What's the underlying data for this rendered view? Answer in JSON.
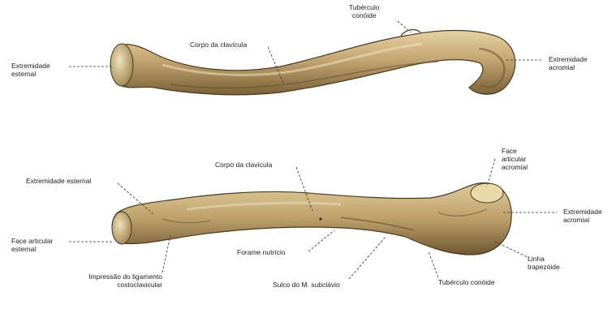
{
  "colors": {
    "bone_base": "#b89a63",
    "bone_light": "#e6d3a3",
    "bone_dark": "#6f5733",
    "bone_shadow": "#4a3a22",
    "leader": "#333333",
    "label_text": "#222222"
  },
  "superior_view": {
    "tuberculo_conoide": [
      "Tubérculo",
      "conóide"
    ],
    "corpo_da_clavicula": "Corpo da clavícula",
    "extremidade_esternal": [
      "Extremidade",
      "esternal"
    ],
    "extremidade_acromial": [
      "Extremidade",
      "acromial"
    ]
  },
  "inferior_view": {
    "extremidade_esternal": "Extremidade esternal",
    "corpo_da_clavicula": "Corpo da clavícula",
    "face_articular_acromial": [
      "Face",
      "articular",
      "acromial"
    ],
    "extremidade_acromial": [
      "Extremidade",
      "acromial"
    ],
    "face_articular_esternal": [
      "Face articular",
      "esternal"
    ],
    "forame_nutricio": "Forame nutrício",
    "linha_trapezoide": [
      "Linha",
      "trapezóide"
    ],
    "impressao_ligamento": [
      "Impressão do ligamento",
      "costoclavicular"
    ],
    "sulco_subclavio": "Sulco do M. subclávio",
    "tuberculo_conoide": "Tubérculo conóide"
  }
}
